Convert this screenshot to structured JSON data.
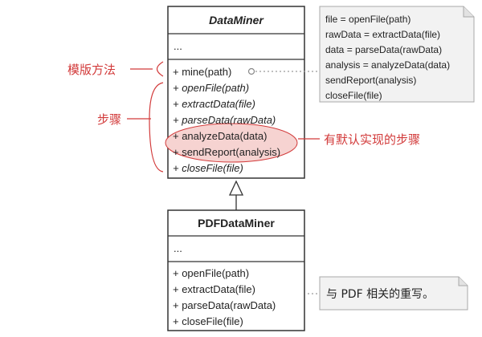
{
  "colors": {
    "annotation": "#d23a3a",
    "highlight_fill": "#f6d3d1",
    "note_fill": "#f2f2f2",
    "note_border": "#a8a8a8",
    "box_border": "#333333"
  },
  "data_miner": {
    "name": "DataMiner",
    "fields": "...",
    "methods": [
      {
        "text": "+ mine(path)",
        "italic": false
      },
      {
        "text": "+ openFile(path)",
        "italic": true
      },
      {
        "text": "+ extractData(file)",
        "italic": true
      },
      {
        "text": "+ parseData(rawData)",
        "italic": true
      },
      {
        "text": "+ analyzeData(data)",
        "italic": false
      },
      {
        "text": "+ sendReport(analysis)",
        "italic": false
      },
      {
        "text": "+ closeFile(file)",
        "italic": true
      }
    ]
  },
  "pdf_data_miner": {
    "name": "PDFDataMiner",
    "fields": "...",
    "methods": [
      {
        "text": "+ openFile(path)"
      },
      {
        "text": "+ extractData(file)"
      },
      {
        "text": "+ parseData(rawData)"
      },
      {
        "text": "+ closeFile(file)"
      }
    ]
  },
  "template_note": {
    "lines": [
      "file = openFile(path)",
      "rawData = extractData(file)",
      "data = parseData(rawData)",
      "analysis = analyzeData(data)",
      "sendReport(analysis)",
      "closeFile(file)"
    ]
  },
  "override_note": {
    "text": "与 PDF 相关的重写。"
  },
  "annotations": {
    "template_method": "模版方法",
    "steps": "步骤",
    "default_steps": "有默认实现的步骤"
  }
}
